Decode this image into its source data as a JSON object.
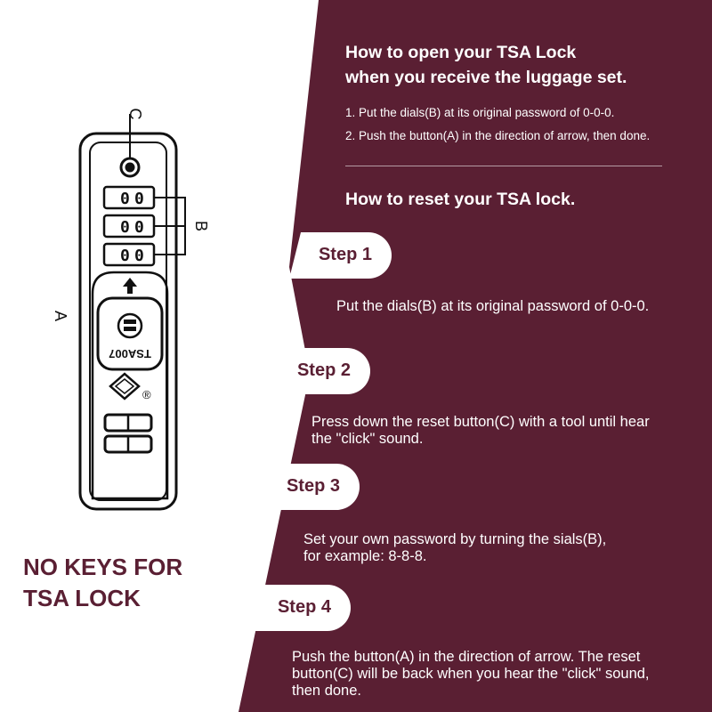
{
  "colors": {
    "panel": "#5a1f33",
    "text_on_panel": "#ffffff",
    "accent": "#5a1f33"
  },
  "open": {
    "title_line1": "How to open your TSA Lock",
    "title_line2": "when you receive the luggage set.",
    "item1": "1. Put the dials(B) at its original password of 0-0-0.",
    "item2": "2. Push the button(A) in the direction of arrow, then done."
  },
  "reset": {
    "title": "How to reset your TSA lock.",
    "steps": [
      {
        "label": "Step 1",
        "text_line1": "Put the dials(B) at its original password of 0-0-0.",
        "text_line2": "",
        "text_line3": ""
      },
      {
        "label": "Step 2",
        "text_line1": "Press down the reset button(C) with a tool until hear",
        "text_line2": "the \"click\" sound.",
        "text_line3": ""
      },
      {
        "label": "Step 3",
        "text_line1": "Set your own password by turning the sials(B),",
        "text_line2": "for example: 8-8-8.",
        "text_line3": ""
      },
      {
        "label": "Step 4",
        "text_line1": "Push the button(A) in the direction of arrow. The reset",
        "text_line2": "button(C) will be back when you hear the \"click\" sound,",
        "text_line3": "then done."
      }
    ]
  },
  "no_keys": {
    "line1": "NO KEYS FOR",
    "line2": "TSA LOCK"
  },
  "lock": {
    "label_a": "A",
    "label_b": "B",
    "label_c": "C",
    "model": "TSA007",
    "dial_text": "0",
    "registered_mark": "®"
  }
}
